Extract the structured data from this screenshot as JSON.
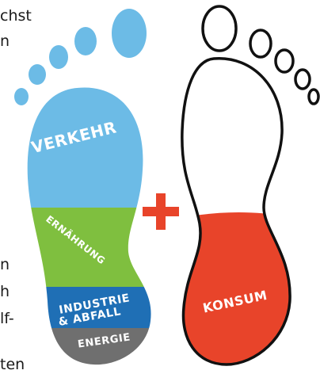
{
  "text_fragments": {
    "line_1": "chst",
    "line_2": "n",
    "line_3": "n",
    "line_4": "h",
    "line_5": "lf-",
    "line_6": "ten"
  },
  "left_foot": {
    "segments": [
      {
        "id": "verkehr",
        "label": "VERKEHR",
        "color": "#6cbbe6"
      },
      {
        "id": "ernaehrung",
        "label": "ERNÄHRUNG",
        "color": "#7fbf3f"
      },
      {
        "id": "industrie",
        "label_line_1": "INDUSTRIE",
        "label_line_2": "& ABFALL",
        "color": "#1f6fb5"
      },
      {
        "id": "energie",
        "label": "ENERGIE",
        "color": "#6f6f6f"
      }
    ]
  },
  "plus_sign": {
    "color": "#e8442a"
  },
  "right_foot": {
    "outline_color": "#111111",
    "fill_segment": {
      "id": "konsum",
      "label": "KONSUM",
      "color": "#e8442a"
    }
  }
}
